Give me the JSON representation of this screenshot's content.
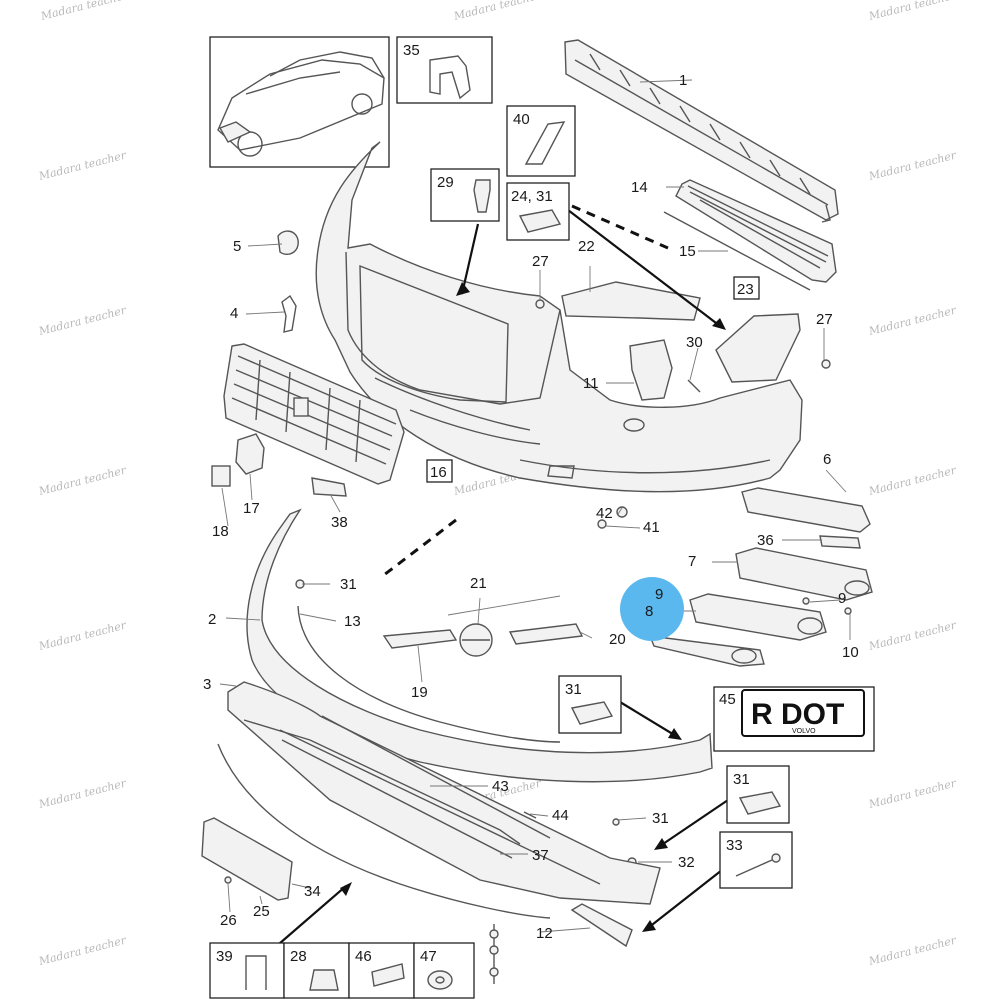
{
  "watermark": "Madara teacher",
  "callouts": [
    {
      "id": "c1",
      "text": "1"
    },
    {
      "id": "c2",
      "text": "2"
    },
    {
      "id": "c3",
      "text": "3"
    },
    {
      "id": "c4",
      "text": "4"
    },
    {
      "id": "c5",
      "text": "5"
    },
    {
      "id": "c6",
      "text": "6"
    },
    {
      "id": "c7",
      "text": "7"
    },
    {
      "id": "c8",
      "text": "8"
    },
    {
      "id": "c9a",
      "text": "9"
    },
    {
      "id": "c9b",
      "text": "9"
    },
    {
      "id": "c10",
      "text": "10"
    },
    {
      "id": "c11",
      "text": "11"
    },
    {
      "id": "c12",
      "text": "12"
    },
    {
      "id": "c13",
      "text": "13"
    },
    {
      "id": "c14",
      "text": "14"
    },
    {
      "id": "c15",
      "text": "15"
    },
    {
      "id": "c17",
      "text": "17"
    },
    {
      "id": "c18",
      "text": "18"
    },
    {
      "id": "c19",
      "text": "19"
    },
    {
      "id": "c20",
      "text": "20"
    },
    {
      "id": "c21",
      "text": "21"
    },
    {
      "id": "c22",
      "text": "22"
    },
    {
      "id": "c25",
      "text": "25"
    },
    {
      "id": "c26",
      "text": "26"
    },
    {
      "id": "c27a",
      "text": "27"
    },
    {
      "id": "c27b",
      "text": "27"
    },
    {
      "id": "c30",
      "text": "30"
    },
    {
      "id": "c31a",
      "text": "31"
    },
    {
      "id": "c31b",
      "text": "31"
    },
    {
      "id": "c32",
      "text": "32"
    },
    {
      "id": "c34",
      "text": "34"
    },
    {
      "id": "c36",
      "text": "36"
    },
    {
      "id": "c37",
      "text": "37"
    },
    {
      "id": "c38",
      "text": "38"
    },
    {
      "id": "c41",
      "text": "41"
    },
    {
      "id": "c42",
      "text": "42"
    },
    {
      "id": "c43",
      "text": "43"
    },
    {
      "id": "c44",
      "text": "44"
    }
  ],
  "boxes": [
    {
      "id": "b35",
      "text": "35"
    },
    {
      "id": "b40",
      "text": "40"
    },
    {
      "id": "b29",
      "text": "29"
    },
    {
      "id": "b2431",
      "text": "24, 31"
    },
    {
      "id": "b23",
      "text": "23"
    },
    {
      "id": "b16",
      "text": "16"
    },
    {
      "id": "b31a",
      "text": "31"
    },
    {
      "id": "b45",
      "text": "45"
    },
    {
      "id": "b31b",
      "text": "31"
    },
    {
      "id": "b33",
      "text": "33"
    },
    {
      "id": "b39",
      "text": "39"
    },
    {
      "id": "b28",
      "text": "28"
    },
    {
      "id": "b46",
      "text": "46"
    },
    {
      "id": "b47",
      "text": "47"
    }
  ],
  "badge": {
    "text": "R DOT",
    "brand": "VOLVO"
  },
  "highlight_color": "#5bb8ee"
}
